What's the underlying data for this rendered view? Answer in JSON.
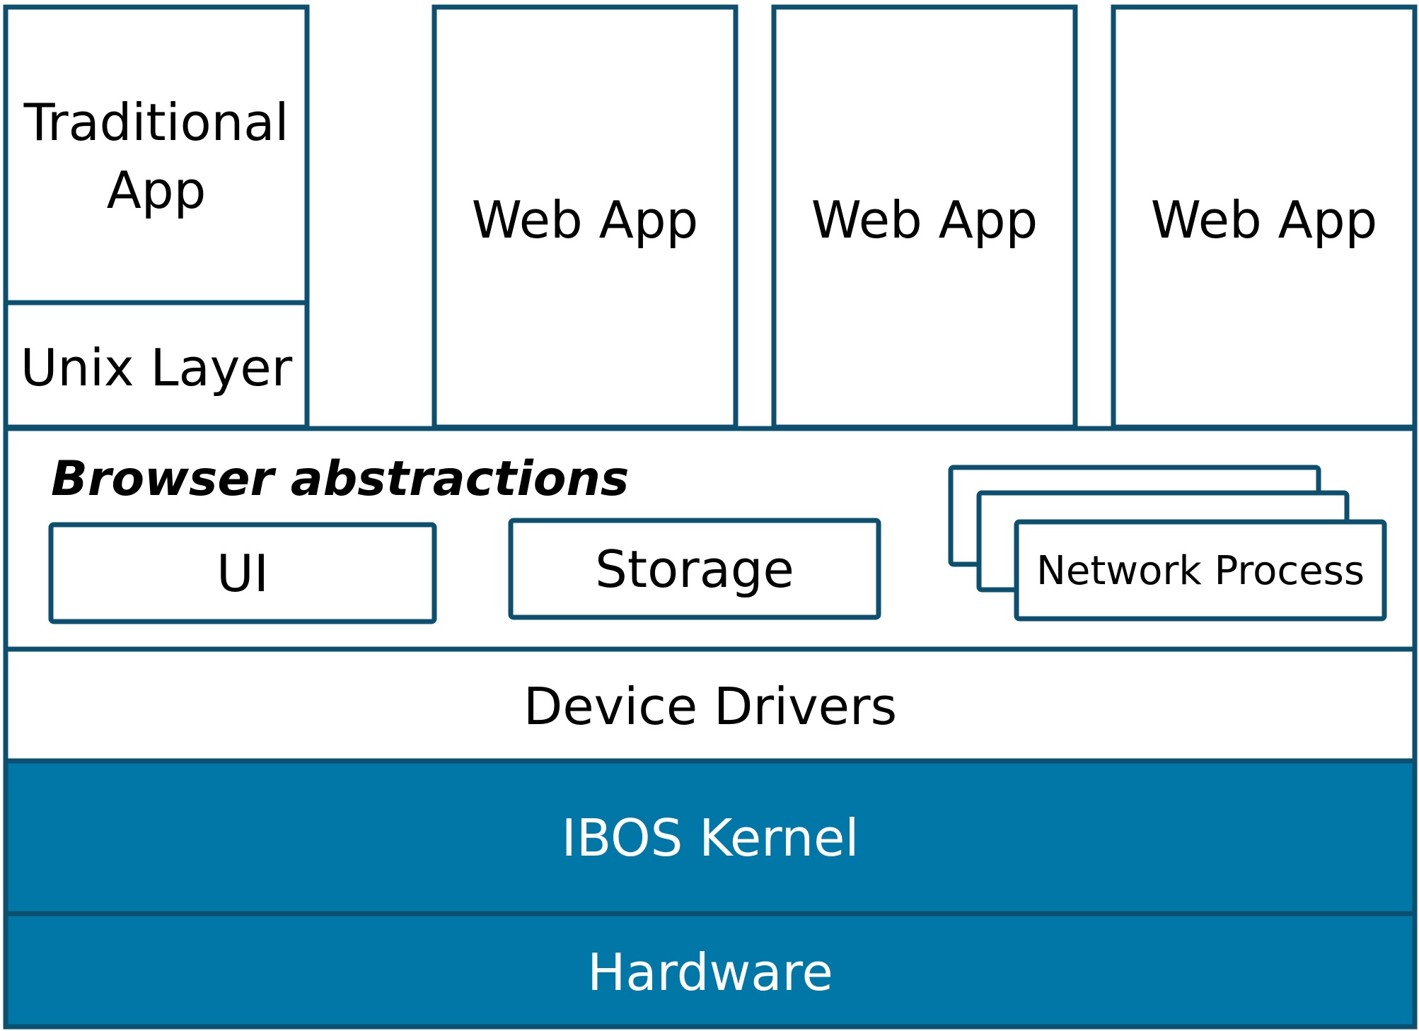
{
  "colors": {
    "border": "#0d4f6e",
    "fill_dark": "#0077a6",
    "background": "#ffffff",
    "text": "#000000",
    "text_on_dark": "#ffffff"
  },
  "apps": {
    "traditional_app": [
      "Traditional",
      "App"
    ],
    "unix_layer": "Unix Layer",
    "web_apps": [
      "Web App",
      "Web App",
      "Web App"
    ]
  },
  "browser_abstractions": {
    "title": "Browser abstractions",
    "ui": "UI",
    "storage": "Storage",
    "network_process": "Network Process"
  },
  "layers": {
    "device_drivers": "Device Drivers",
    "kernel": "IBOS Kernel",
    "hardware": "Hardware"
  }
}
